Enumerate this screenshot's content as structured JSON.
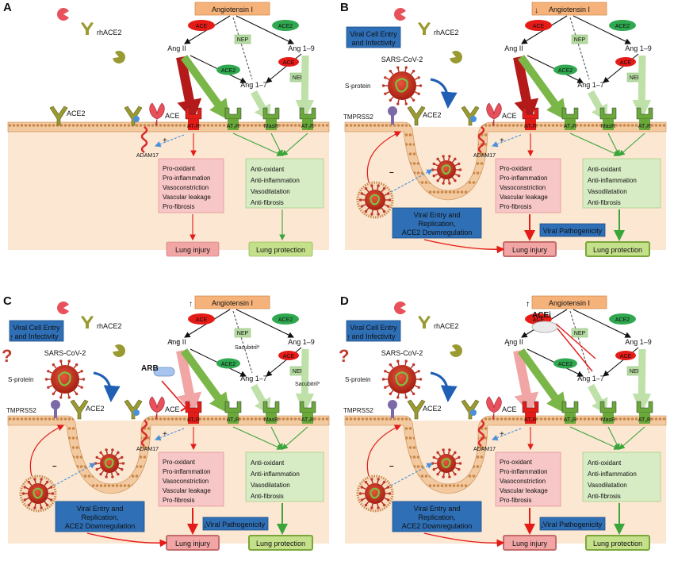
{
  "panels": [
    {
      "letter": "A",
      "angiotensin": "Angiotensin I",
      "rhace2": "rhACE2",
      "ace": "ACE",
      "ace2": "ACE2",
      "nep": "NEP",
      "ang_ii": "Ang II",
      "ang_1_9": "Ang 1–9",
      "ang_1_7": "Ang 1–7",
      "membrane_ace2": "ACE2",
      "membrane_ace": "ACE",
      "adam17": "ADAM17",
      "receptors": {
        "at1r": "AT₁R",
        "masr": "MasR",
        "at2r": "AT₂R"
      },
      "bad_effects": [
        "Pro-oxidant",
        "Pro-inflammation",
        "Vasoconstriction",
        "Vascular leakage",
        "Pro-fibrosis"
      ],
      "good_effects": [
        "Anti-oxidant",
        "Anti-inflammation",
        "Vasodilatation",
        "Anti-fibrosis"
      ],
      "lung_injury": "Lung injury",
      "lung_protection": "Lung protection"
    },
    {
      "letter": "B",
      "angiotensin": "Angiotensin I",
      "rhace2": "rhACE2",
      "ace": "ACE",
      "ace2": "ACE2",
      "nep": "NEP",
      "ang_ii": "Ang II",
      "ang_1_9": "Ang 1–9",
      "ang_1_7": "Ang 1–7",
      "membrane_ace2": "ACE2",
      "membrane_ace": "ACE",
      "adam17": "ADAM17",
      "receptors": {
        "at1r": "AT₁R",
        "masr": "MasR",
        "at2r": "AT₂R"
      },
      "bad_effects": [
        "Pro-oxidant",
        "Pro-inflammation",
        "Vasoconstriction",
        "Vascular leakage",
        "Pro-fibrosis"
      ],
      "good_effects": [
        "Anti-oxidant",
        "Anti-inflammation",
        "Vasodilatation",
        "Anti-fibrosis"
      ],
      "lung_injury": "Lung injury",
      "lung_protection": "Lung protection",
      "virus": "SARS-CoV-2",
      "s_protein": "S-protein",
      "tmprss2": "TMPRSS2",
      "viral_entry_box": [
        "Viral Cell Entry",
        "and Infectivity"
      ],
      "replication_box": [
        "Viral Entry and",
        "Replication,",
        "ACE2 Downregulation"
      ],
      "pathogenicity": "Viral Pathogenicity"
    },
    {
      "letter": "C",
      "angiotensin": "Angiotensin I",
      "rhace2": "rhACE2",
      "ace": "ACE",
      "ace2": "ACE2",
      "nep": "NEP",
      "ang_ii": "Ang II",
      "ang_1_9": "Ang 1–9",
      "ang_1_7": "Ang 1–7",
      "membrane_ace2": "ACE2",
      "membrane_ace": "ACE",
      "adam17": "ADAM17",
      "receptors": {
        "at1r": "AT₁R",
        "masr": "MasR",
        "at2r": "AT₂R"
      },
      "bad_effects": [
        "Pro-oxidant",
        "Pro-inflammation",
        "Vasoconstriction",
        "Vascular leakage",
        "Pro-fibrosis"
      ],
      "good_effects": [
        "Anti-oxidant",
        "Anti-inflammation",
        "Vasodilatation",
        "Anti-fibrosis"
      ],
      "lung_injury": "Lung injury",
      "lung_protection": "Lung protection",
      "virus": "SARS-CoV-2",
      "s_protein": "S-protein",
      "tmprss2": "TMPRSS2",
      "viral_entry_box": [
        "Viral Cell Entry",
        "and Infectivity"
      ],
      "replication_box": [
        "Viral Entry and",
        "Replication,",
        "ACE2 Downregulation"
      ],
      "pathogenicity": "Viral Pathogenicity",
      "drug": "ARB",
      "sacubitril": "Sacubitril*"
    },
    {
      "letter": "D",
      "angiotensin": "Angiotensin I",
      "rhace2": "rhACE2",
      "ace": "ACE",
      "ace2": "ACE2",
      "nep": "NEP",
      "ang_ii": "Ang II",
      "ang_1_9": "Ang 1–9",
      "ang_1_7": "Ang 1–7",
      "membrane_ace2": "ACE2",
      "membrane_ace": "ACE",
      "adam17": "ADAM17",
      "receptors": {
        "at1r": "AT₁R",
        "masr": "MasR",
        "at2r": "AT₂R"
      },
      "bad_effects": [
        "Pro-oxidant",
        "Pro-inflammation",
        "Vasoconstriction",
        "Vascular leakage",
        "Pro-fibrosis"
      ],
      "good_effects": [
        "Anti-oxidant",
        "Anti-inflammation",
        "Vasodilatation",
        "Anti-fibrosis"
      ],
      "lung_injury": "Lung injury",
      "lung_protection": "Lung protection",
      "virus": "SARS-CoV-2",
      "s_protein": "S-protein",
      "tmprss2": "TMPRSS2",
      "viral_entry_box": [
        "Viral Cell Entry",
        "and Infectivity"
      ],
      "replication_box": [
        "Viral Entry and",
        "Replication,",
        "ACE2 Downregulation"
      ],
      "pathogenicity": "Viral Pathogenicity",
      "drug": "ACEi"
    }
  ],
  "symbols": {
    "question": "?",
    "up": "↑",
    "down": "↓",
    "plus": "+",
    "minus": "–"
  },
  "colors": {
    "membrane": "#f3c9a0",
    "membrane_edge": "#c8884a",
    "ace_red": "#e41b17",
    "ace2_green": "#2fa84f",
    "nep_green": "#b6dba2",
    "injury_box": "#f2a5a5",
    "effects_bad": "#f7c6c6",
    "effects_good": "#d7ecc4",
    "blue_box": "#2e6fb6",
    "virus": "#c0392b",
    "virus_core": "#7cc242"
  }
}
